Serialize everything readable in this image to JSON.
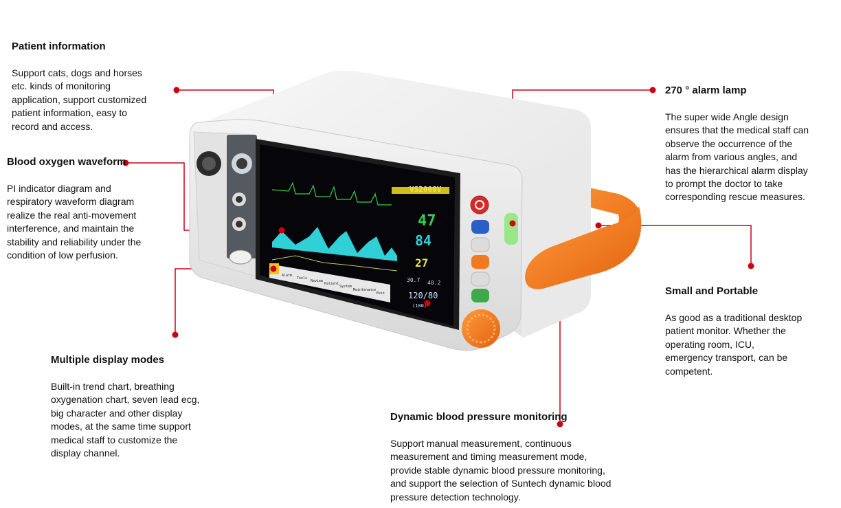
{
  "colors": {
    "accent_dot": "#cc0011",
    "ecg_green": "#35d04a",
    "pleth_cyan": "#2fd0d6",
    "handle_orange": "#f07a22"
  },
  "callouts": {
    "patient": {
      "title": "Patient information",
      "body": "Support cats, dogs and horses\netc. kinds of monitoring\napplication, support customized\npatient information, easy to\nrecord and access."
    },
    "spo2": {
      "title": "Blood oxygen waveform",
      "body": "PI indicator diagram and\nrespiratory waveform diagram\nrealize the real anti-movement\ninterference, and maintain the\nstability and reliability under the\ncondition of low perfusion."
    },
    "display": {
      "title": "Multiple display modes",
      "body": "Built-in trend chart, breathing\noxygenation chart, seven lead ecg,\nbig character and other display\nmodes, at the same time support\nmedical staff to customize the\ndisplay channel."
    },
    "nibp": {
      "title": "Dynamic blood pressure monitoring",
      "body": "Support manual measurement, continuous\nmeasurement and timing measurement mode,\nprovide stable dynamic blood pressure monitoring,\nand support the selection of Suntech dynamic blood\npressure detection technology."
    },
    "alarm": {
      "title": "270 °  alarm lamp",
      "body": "The super wide Angle design\nensures that the medical staff can\nobserve the occurrence of the\nalarm from various angles, and\nhas the hierarchical alarm display\nto prompt the doctor to take\ncorresponding rescue measures."
    },
    "portable": {
      "title": "Small and Portable",
      "body": "As good as a traditional desktop\npatient monitor.  Whether the\noperating room, ICU,\nemergency transport,  can be\ncompetent."
    }
  },
  "monitor": {
    "model": "VS2000V",
    "hr": "47",
    "spo2": "84",
    "resp": "27",
    "temp1": "30.7",
    "temp2": "40.2",
    "nibp": "120/80",
    "nibp_map": "(100)",
    "menu": [
      "Alarm",
      "Tools",
      "Review",
      "Patient",
      "System",
      "Maintenance",
      "Exit"
    ]
  }
}
